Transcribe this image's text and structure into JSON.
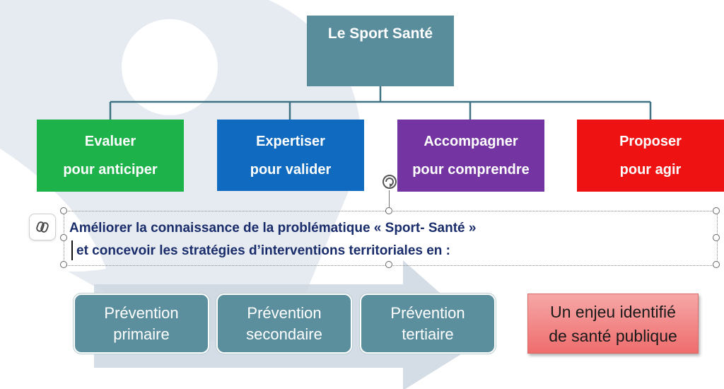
{
  "title": "Le Sport Santé",
  "pillars": [
    {
      "line1": "Evaluer",
      "line2": "pour anticiper"
    },
    {
      "line1": "Expertiser",
      "line2": "pour valider"
    },
    {
      "line1": "Accompagner",
      "line2": "pour comprendre"
    },
    {
      "line1": "Proposer",
      "line2": "pour agir"
    }
  ],
  "text": {
    "line1": "Améliorer la connaissance de la problématique « Sport- Santé »",
    "line2": "et concevoir les stratégies d’interventions territoriales en :"
  },
  "prevention": [
    {
      "line1": "Prévention",
      "line2": "primaire"
    },
    {
      "line1": "Prévention",
      "line2": "secondaire"
    },
    {
      "line1": "Prévention",
      "line2": "tertiaire"
    }
  ],
  "enjeu": {
    "line1": "Un enjeu identifié",
    "line2": "de santé publique"
  },
  "colors": {
    "title_box": "#5a8d9b",
    "evaluer": "#1db24a",
    "expertiser": "#0f6ac0",
    "accompagner": "#7435a3",
    "proposer": "#ee1212",
    "text": "#1a2d6b",
    "prevention_box": "#5b8f9d",
    "enjeu_box": "#f29494"
  },
  "icons": {
    "rotate_handle": "rotate-icon",
    "copilot": "copilot-icon"
  }
}
